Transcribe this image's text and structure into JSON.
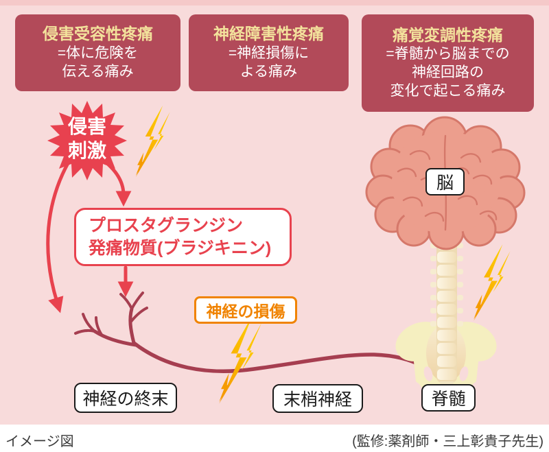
{
  "header_boxes": [
    {
      "title": "侵害受容性疼痛",
      "body": "=体に危険を\n伝える痛み"
    },
    {
      "title": "神経障害性疼痛",
      "body": "=神経損傷に\nよる痛み"
    },
    {
      "title": "痛覚変調性疼痛",
      "body": "=脊髄から脳までの\n神経回路の\n変化で起こる痛み"
    }
  ],
  "starburst": {
    "label": "侵害\n刺激"
  },
  "mediator_box": {
    "line1": "プロスタグランジン",
    "line2": "発痛物質(ブラジキニン)"
  },
  "nerve_damage_box": {
    "label": "神経の損傷"
  },
  "labels": {
    "nerve_ending": "神経の終末",
    "peripheral_nerve": "末梢神経",
    "spinal_cord": "脊髄",
    "brain": "脳"
  },
  "footer": {
    "left": "イメージ図",
    "right": "(監修:薬剤師・三上彰貴子先生)"
  },
  "palette": {
    "background_pink": "#f8dbdb",
    "header_maroon": "#b24a59",
    "header_title_yellow": "#f3e29c",
    "accent_red": "#e8424e",
    "nerve_maroon": "#a63e50",
    "damage_orange": "#f08300",
    "bolt_yellow": "#fdc800",
    "bolt_orange": "#f59b00",
    "brain_salmon": "#ec9e8d",
    "brain_outline": "#d5786a",
    "bone_cream": "#f9efd6",
    "pelvis_cream": "#f5efc0"
  }
}
